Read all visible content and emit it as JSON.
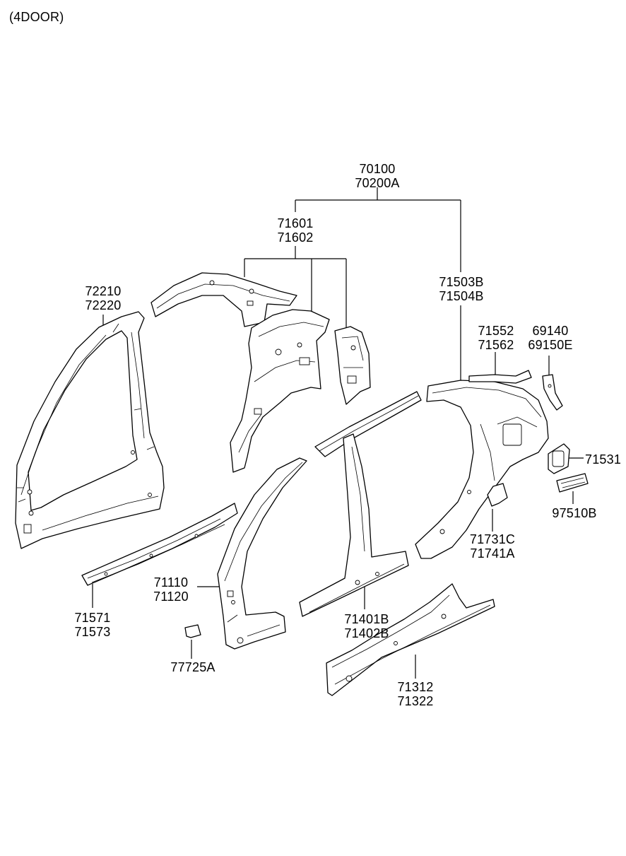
{
  "header": {
    "variant": "(4DOOR)"
  },
  "callouts": {
    "c70100": [
      "70100",
      "70200A"
    ],
    "c71601": [
      "71601",
      "71602"
    ],
    "c72210": [
      "72210",
      "72220"
    ],
    "c71503": [
      "71503B",
      "71504B"
    ],
    "c71552": [
      "71552",
      "71562"
    ],
    "c69140": [
      "69140",
      "69150E"
    ],
    "c71531": [
      "71531"
    ],
    "c97510": [
      "97510B"
    ],
    "c71731": [
      "71731C",
      "71741A"
    ],
    "c71110": [
      "71110",
      "71120"
    ],
    "c71401": [
      "71401B",
      "71402B"
    ],
    "c71571": [
      "71571",
      "71573"
    ],
    "c77725": [
      "77725A"
    ],
    "c71312": [
      "71312",
      "71322"
    ]
  },
  "colors": {
    "ink": "#000000",
    "paper": "#ffffff"
  }
}
